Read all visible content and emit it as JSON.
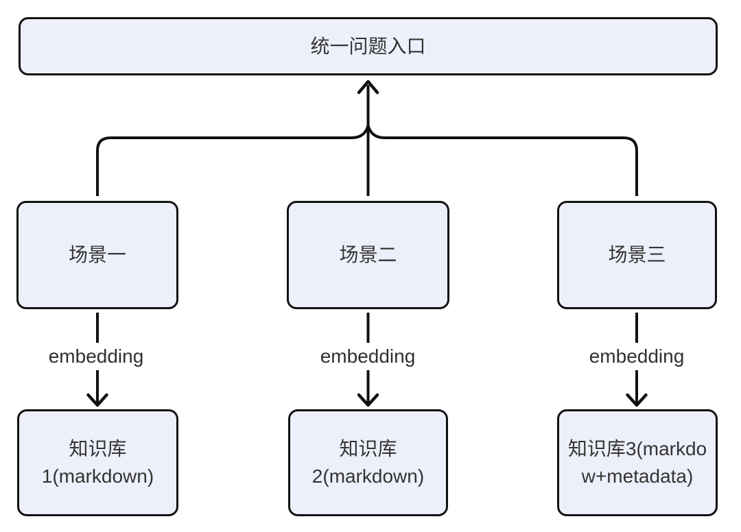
{
  "diagram": {
    "type": "flowchart",
    "nodes": {
      "entry": {
        "label": "统一问题入口"
      },
      "scene1": {
        "label": "场景一"
      },
      "scene2": {
        "label": "场景二"
      },
      "scene3": {
        "label": "场景三"
      },
      "kb1": {
        "label_lines": [
          "知识库",
          "1(markdown)"
        ]
      },
      "kb2": {
        "label_lines": [
          "知识库",
          "2(markdown)"
        ]
      },
      "kb3": {
        "label_lines": [
          "知识库3(markdo",
          "w+metadata)"
        ]
      }
    },
    "edge_labels": {
      "scene1_to_kb1": "embedding",
      "scene2_to_kb2": "embedding",
      "scene3_to_kb3": "embedding"
    },
    "colors": {
      "node_fill": "#EDF0FA",
      "node_border": "#111111",
      "edge_stroke": "#111111",
      "text": "#333333",
      "background": "#ffffff"
    }
  }
}
